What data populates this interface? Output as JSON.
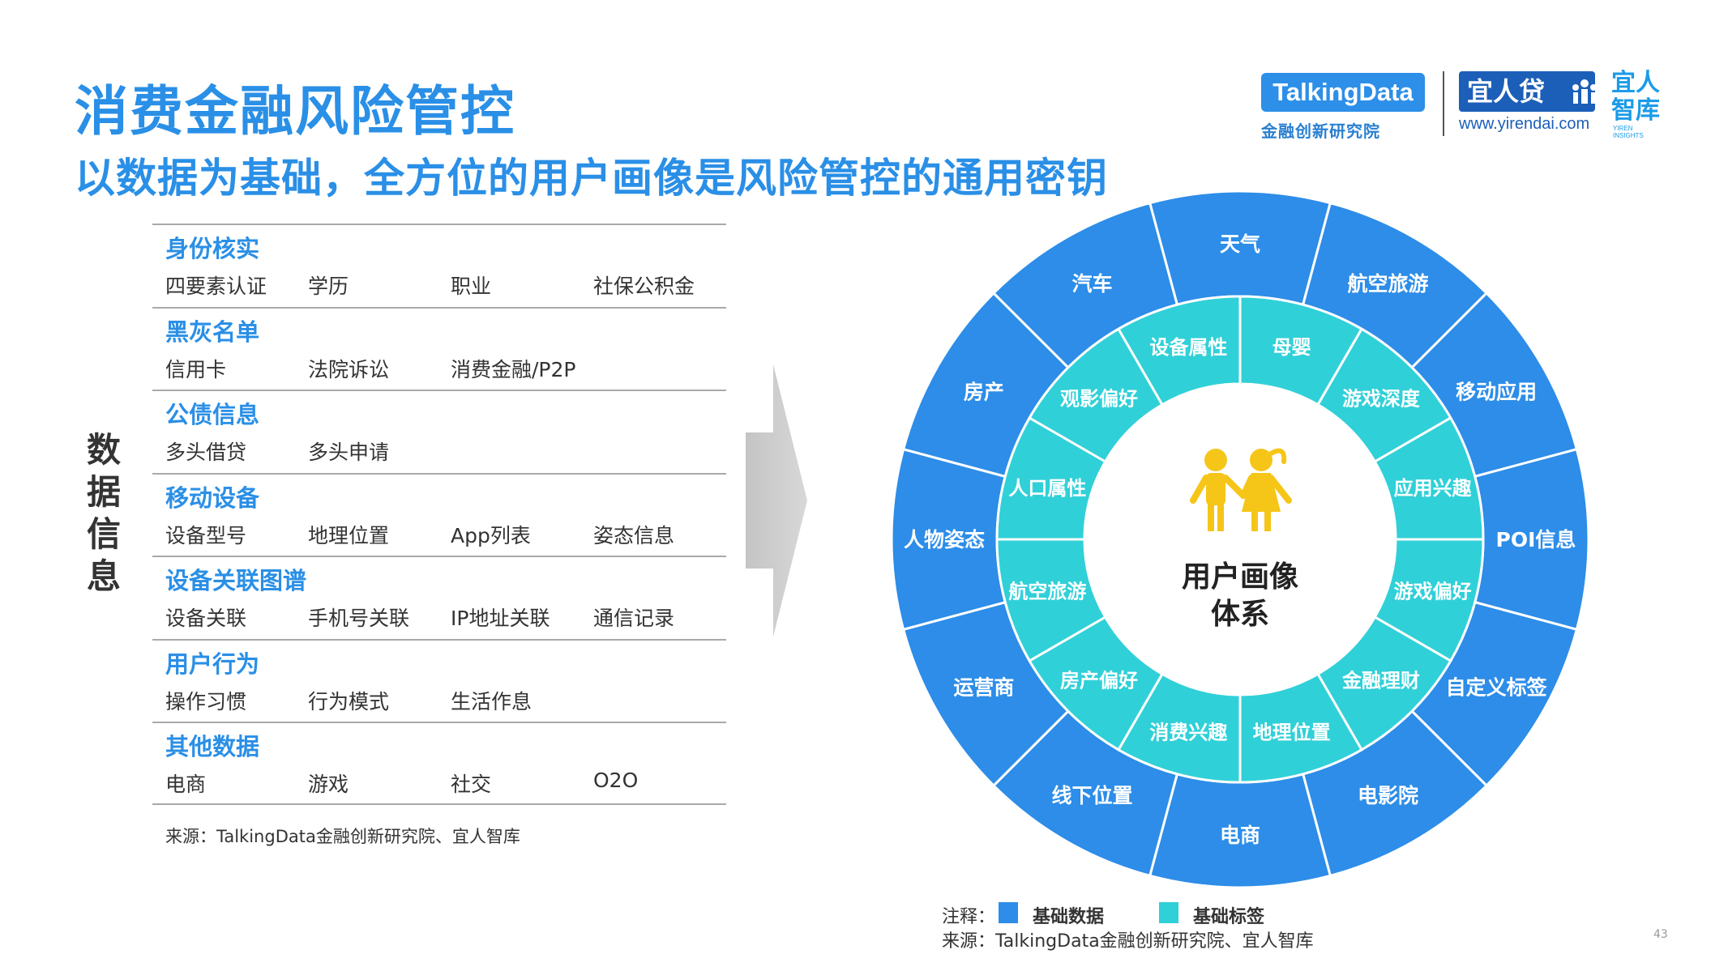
{
  "header": {
    "title": "消费金融风险管控",
    "subtitle": "以数据为基础，全方位的用户画像是风险管控的通用密钥"
  },
  "logos": {
    "talkingdata": "TalkingData",
    "talkingdata_sub": "金融创新研究院",
    "yirendai": "宜人贷",
    "yirendai_url": "www.yirendai.com",
    "zhiku": "宜人智库",
    "zhiku_sub": "YIREN INSIGHTS"
  },
  "side_label": "数据信息",
  "sections": [
    {
      "title": "身份核实",
      "items": [
        "四要素认证",
        "学历",
        "职业",
        "社保公积金"
      ]
    },
    {
      "title": "黑灰名单",
      "items": [
        "信用卡",
        "法院诉讼",
        "消费金融/P2P"
      ]
    },
    {
      "title": "公债信息",
      "items": [
        "多头借贷",
        "多头申请"
      ]
    },
    {
      "title": "移动设备",
      "items": [
        "设备型号",
        "地理位置",
        "App列表",
        "姿态信息"
      ]
    },
    {
      "title": "设备关联图谱",
      "items": [
        "设备关联",
        "手机号关联",
        "IP地址关联",
        "通信记录"
      ]
    },
    {
      "title": "用户行为",
      "items": [
        "操作习惯",
        "行为模式",
        "生活作息"
      ]
    },
    {
      "title": "其他数据",
      "items": [
        "电商",
        "游戏",
        "社交",
        "O2O"
      ]
    }
  ],
  "source_left": "来源：TalkingData金融创新研究院、宜人智库",
  "wheel": {
    "center_line1": "用户画像",
    "center_line2": "体系",
    "outer": [
      "天气",
      "航空旅游",
      "移动应用",
      "POI信息",
      "自定义标签",
      "电影院",
      "电商",
      "线下位置",
      "运营商",
      "人物姿态",
      "房产",
      "汽车"
    ],
    "inner": [
      "母婴",
      "游戏深度",
      "应用兴趣",
      "游戏偏好",
      "金融理财",
      "地理位置",
      "消费兴趣",
      "房产偏好",
      "航空旅游",
      "人口属性",
      "观影偏好",
      "设备属性"
    ],
    "colors": {
      "outer": "#2d8de8",
      "inner": "#30d0d8",
      "stroke": "#ffffff",
      "center_icon": "#f5c518"
    }
  },
  "legend": {
    "prefix": "注释：",
    "items": [
      {
        "label": "基础数据",
        "color": "#2d8de8"
      },
      {
        "label": "基础标签",
        "color": "#30d0d8"
      }
    ]
  },
  "source_right": "来源：TalkingData金融创新研究院、宜人智库",
  "page_number": "43"
}
